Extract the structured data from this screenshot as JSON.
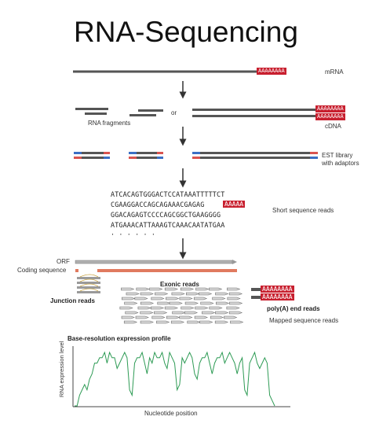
{
  "title": "RNA-Sequencing",
  "labels": {
    "mrna": "mRNA",
    "or": "or",
    "rna_fragments": "RNA fragments",
    "cdna": "cDNA",
    "est_library": "EST library",
    "with_adaptors": "with adaptors",
    "short_reads": "Short sequence reads",
    "orf": "ORF",
    "coding_sequence": "Coding sequence",
    "exonic_reads": "Exonic reads",
    "junction_reads": "Junction reads",
    "polya_end_reads": "poly(A) end reads",
    "mapped_reads": "Mapped sequence reads",
    "profile_title": "Base-resolution expression profile",
    "y_axis": "RNA expression level",
    "x_axis": "Nucleotide position"
  },
  "polyA_tail": "AAAAAAAA",
  "polyA_short": "AAAAA",
  "sequences": [
    "ATCACAGTGGGACTCCATAAATTTTTCT",
    "CGAAGGACCAGCAGAAACGAGAG",
    "GGACAGAGTCCCCAGCGGCTGAAGGGG",
    "ATGAAACATTAAAGTCAAACAATATGAA",
    "· · · · · ·"
  ],
  "colors": {
    "strand": "#555555",
    "polyA": "#c8202f",
    "adaptor_blue": "#3b6fc4",
    "adaptor_red": "#d9534f",
    "orf": "#b0b0b0",
    "cds": "#e07a5f",
    "profile": "#2e9b55",
    "read": "#9a9a9a"
  },
  "chart_data": {
    "type": "line",
    "title": "Base-resolution expression profile",
    "xlabel": "Nucleotide position",
    "ylabel": "RNA expression level",
    "series": [
      {
        "values": [
          0,
          0,
          2,
          3,
          4,
          3,
          5,
          6,
          8,
          8,
          9,
          9,
          10,
          8,
          10,
          9,
          9,
          7,
          8,
          9,
          10,
          9,
          3,
          2,
          8,
          9,
          9,
          10,
          8,
          6,
          9,
          8,
          10,
          9,
          9,
          10,
          8,
          7,
          10,
          9,
          8,
          3,
          4,
          9,
          8,
          9,
          10,
          9,
          6,
          5,
          8,
          9,
          9,
          10,
          8,
          6,
          8,
          9,
          9,
          10,
          8,
          9,
          10,
          9,
          8,
          6,
          8,
          9,
          3,
          2,
          8,
          9,
          10,
          8,
          7,
          8,
          9,
          8,
          2,
          1,
          0
        ]
      }
    ]
  }
}
